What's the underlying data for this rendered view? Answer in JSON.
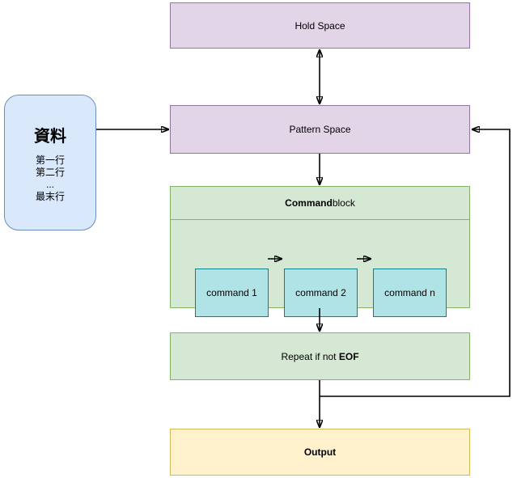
{
  "nodes": {
    "hold_space": {
      "label": "Hold Space"
    },
    "pattern_space": {
      "label": "Pattern Space"
    },
    "data_box": {
      "title": "資料",
      "lines": [
        "第一行",
        "第二行",
        "...",
        "最末行"
      ]
    },
    "command_block": {
      "title_bold": "Command",
      "title_rest": " block"
    },
    "commands": [
      {
        "label": "command 1"
      },
      {
        "label": "command 2"
      },
      {
        "label": "command n"
      }
    ],
    "repeat_check": {
      "text": "Repeat if not ",
      "bold": "EOF"
    },
    "output": {
      "label": "Output"
    }
  },
  "colors": {
    "purple_fill": "#e1d5e7",
    "purple_stroke": "#9673a6",
    "blue_fill": "#dae8fc",
    "blue_stroke": "#6c8ebf",
    "green_fill": "#d5e8d4",
    "green_stroke": "#82b366",
    "cyan_fill": "#b0e3e6",
    "cyan_stroke": "#0e8088",
    "yellow_fill": "#fff2cc",
    "yellow_stroke": "#d6b656",
    "connector": "#000000",
    "text": "#000000",
    "background": "#ffffff"
  }
}
